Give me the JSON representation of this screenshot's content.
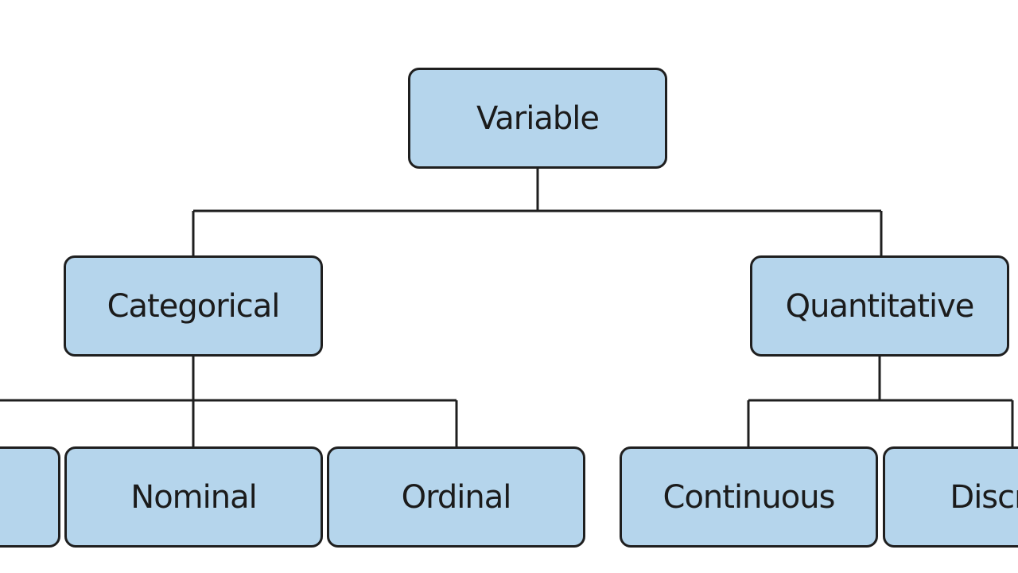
{
  "diagram": {
    "root": {
      "label": "Variable"
    },
    "level1": [
      {
        "label": "Categorical"
      },
      {
        "label": "Quantitative"
      }
    ],
    "level2": [
      {
        "label": ""
      },
      {
        "label": "Nominal"
      },
      {
        "label": "Ordinal"
      },
      {
        "label": "Continuous"
      },
      {
        "label": "Discrete"
      }
    ]
  },
  "colors": {
    "node_fill": "#b5d5ec",
    "node_border": "#1f1f1f",
    "connector": "#1f1f1f",
    "background": "#ffffff"
  }
}
